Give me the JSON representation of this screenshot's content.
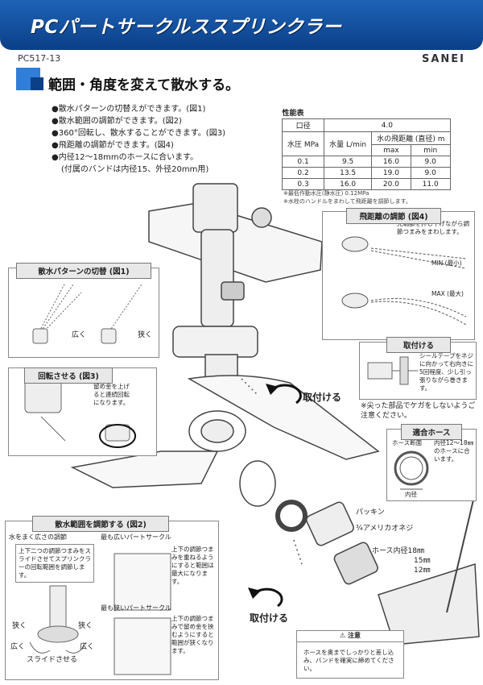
{
  "header": {
    "title": "PCパートサークルススプリンクラー"
  },
  "product_code": "PC517-13",
  "brand": "SANEI",
  "heading": "範囲・角度を変えて散水する。",
  "features": [
    "●散水パターンの切替えができます。(図1)",
    "●散水範囲の調節ができます。(図2)",
    "●360°回転し、散水することができます。(図3)",
    "●飛距離の調節ができます。(図4)",
    "●内径12〜18mmのホースに合います。"
  ],
  "features_note": "(付属のバンドは内径15、外径20mm用)",
  "spec": {
    "caption": "性能表",
    "col_caliber": "口径",
    "caliber_value": "4.0",
    "col_pressure": "水圧 MPa",
    "col_flow": "水量 L/min",
    "col_distance": "水の飛距離 (直径) m",
    "col_max": "max",
    "col_min": "min",
    "rows": [
      {
        "p": "0.1",
        "q": "9.5",
        "max": "16.0",
        "min": "9.0"
      },
      {
        "p": "0.2",
        "q": "13.5",
        "max": "19.0",
        "min": "9.0"
      },
      {
        "p": "0.3",
        "q": "16.0",
        "max": "20.0",
        "min": "11.0"
      }
    ],
    "notes": [
      "※最低作動水圧(静水圧) 0.12MPa",
      "※水栓のハンドルをまわして飛距離を調節します。"
    ]
  },
  "fig4": {
    "title": "飛距離の調節 (図4)",
    "desc": "先端部を押し下げながら調節つまみをまわします。",
    "min": "MIN (最小)",
    "max": "MAX (最大)"
  },
  "fig1": {
    "title": "散水パターンの切替 (図1)",
    "wide": "広く",
    "narrow": "狭く"
  },
  "fig3": {
    "title": "回転させる (図3)",
    "desc": "留め金を上げると連続回転になります。"
  },
  "install": {
    "title": "取付ける",
    "desc": "シールテープをネジに向かって右向きに5回程度、少し引っ張りながら巻きます。",
    "label_center": "取付ける",
    "label_bottom": "取付ける",
    "caution": "※尖った部品でケガをしないようご注意ください。"
  },
  "hose": {
    "title": "適合ホース",
    "section": "ホース断面",
    "desc": "内径12〜18㎜のホースに合います。",
    "inner": "内径"
  },
  "parts": {
    "packing": "パッキン",
    "nut": "¾アメリカオネジ",
    "hose_inner": "ホース内径18㎜",
    "d15": "15㎜",
    "d12": "12㎜"
  },
  "fig2": {
    "title": "散水範囲を調節する (図2)",
    "sub1": "水をまく広さの調節",
    "sub1_desc": "上下二つの調節つまみをスライドさせてスプリンクラーの回転範囲を調節します。",
    "sub2": "最も広いパートサークル",
    "sub2_desc": "上下の調節つまみを重ねるようにすると範囲は最大になります。",
    "sub3": "最も狭いパートサークル",
    "sub3_desc": "上下の調節つまみで留め金を挟むようにすると範囲が狭くなります。",
    "narrow": "狭く",
    "wide": "広く",
    "slide": "スライドさせる"
  },
  "caution": {
    "title": "注意",
    "text": "ホースを奥までしっかりと差し込み、バンドを確実に締めてください。"
  }
}
